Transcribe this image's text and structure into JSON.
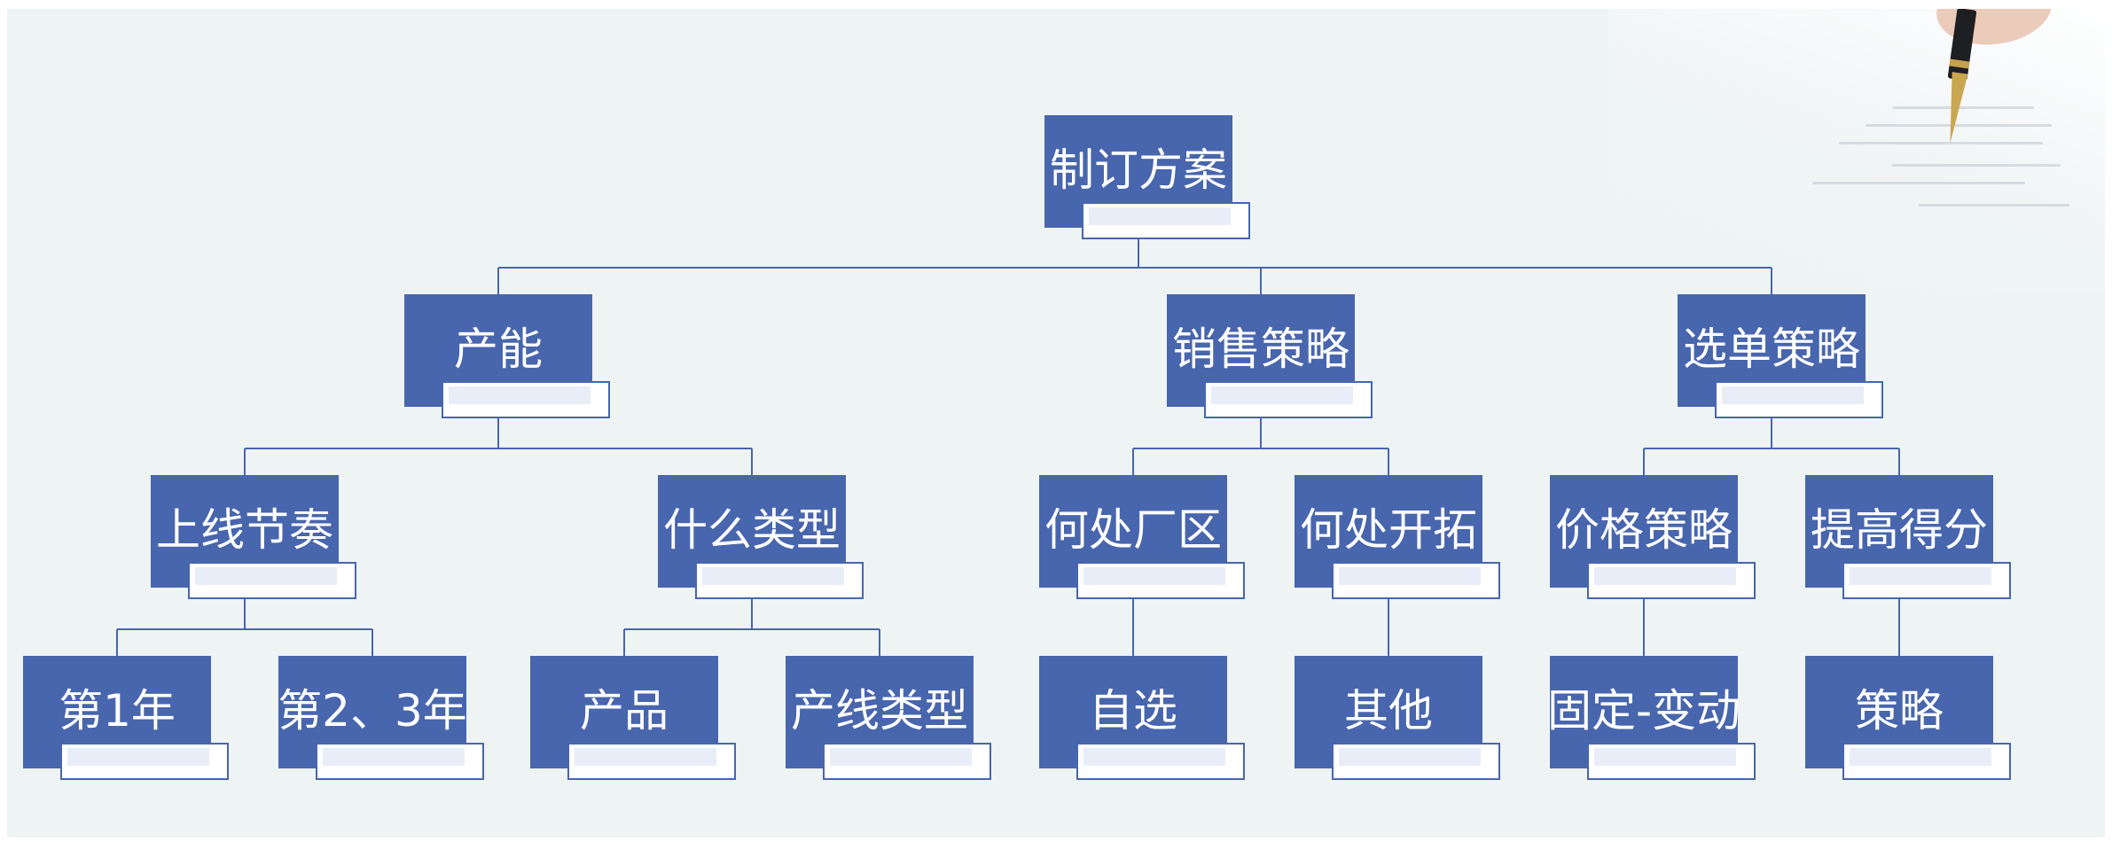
{
  "diagram": {
    "type": "org-tree",
    "colors": {
      "node_fill": "#4866ad",
      "line": "#4866ad",
      "background": "#eef3f4"
    },
    "root": {
      "label": "制订方案"
    },
    "level1": [
      {
        "label": "产能"
      },
      {
        "label": "销售策略"
      },
      {
        "label": "选单策略"
      }
    ],
    "level2": [
      {
        "label": "上线节奏",
        "parent": "产能"
      },
      {
        "label": "什么类型",
        "parent": "产能"
      },
      {
        "label": "何处厂区",
        "parent": "销售策略"
      },
      {
        "label": "何处开拓",
        "parent": "销售策略"
      },
      {
        "label": "价格策略",
        "parent": "选单策略"
      },
      {
        "label": "提高得分",
        "parent": "选单策略"
      }
    ],
    "level3": [
      {
        "label": "第1年",
        "parent": "上线节奏"
      },
      {
        "label": "第2、3年",
        "parent": "上线节奏"
      },
      {
        "label": "产品",
        "parent": "什么类型"
      },
      {
        "label": "产线类型",
        "parent": "什么类型"
      },
      {
        "label": "自选",
        "parent": "何处厂区"
      },
      {
        "label": "其他",
        "parent": "何处开拓"
      },
      {
        "label": "固定-变动",
        "parent": "价格策略"
      },
      {
        "label": "策略",
        "parent": "提高得分"
      }
    ],
    "decoration_icons": [
      "document-photo",
      "pen-icon"
    ]
  }
}
